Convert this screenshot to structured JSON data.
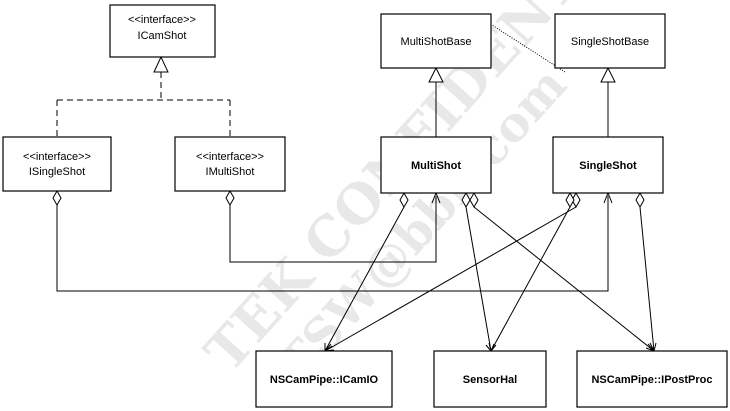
{
  "watermark": {
    "line1": "TEK CONFIDENTIAL",
    "line2": "TSW@bbk.com"
  },
  "classes": {
    "icamshot": {
      "stereotype": "<<interface>>",
      "name": "ICamShot"
    },
    "isingleshot": {
      "stereotype": "<<interface>>",
      "name": "ISingleShot"
    },
    "imultishot": {
      "stereotype": "<<interface>>",
      "name": "IMultiShot"
    },
    "multishotbase": {
      "name": "MultiShotBase"
    },
    "singleshotbase": {
      "name": "SingleShotBase"
    },
    "multishot": {
      "name": "MultiShot"
    },
    "singleshot": {
      "name": "SingleShot"
    },
    "camio": {
      "name": "NSCamPipe::ICamIO"
    },
    "sensorhal": {
      "name": "SensorHal"
    },
    "postproc": {
      "name": "NSCamPipe::IPostProc"
    }
  }
}
